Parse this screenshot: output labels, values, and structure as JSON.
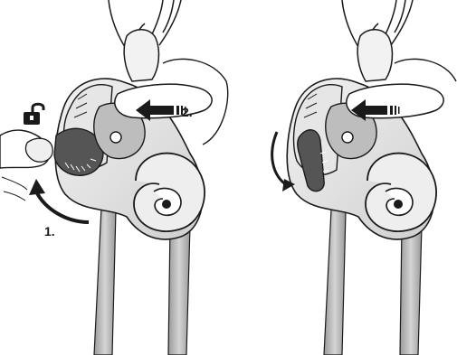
{
  "labels": {
    "step1": "1.",
    "step2": "2."
  },
  "icons": {
    "unlock": "unlocked-padlock-icon",
    "push_arrow": "push-arrow-icon",
    "rotate_arrow": "curved-rotate-arrow-icon"
  },
  "colors": {
    "line": "#1a1a1a",
    "fill_light": "#ffffff",
    "fill_mid": "#d9d9d9",
    "fill_dark": "#555555",
    "rope": "#bdbdbd"
  },
  "panels": [
    {
      "id": "left",
      "state": "unlocking"
    },
    {
      "id": "right",
      "state": "locked"
    }
  ]
}
